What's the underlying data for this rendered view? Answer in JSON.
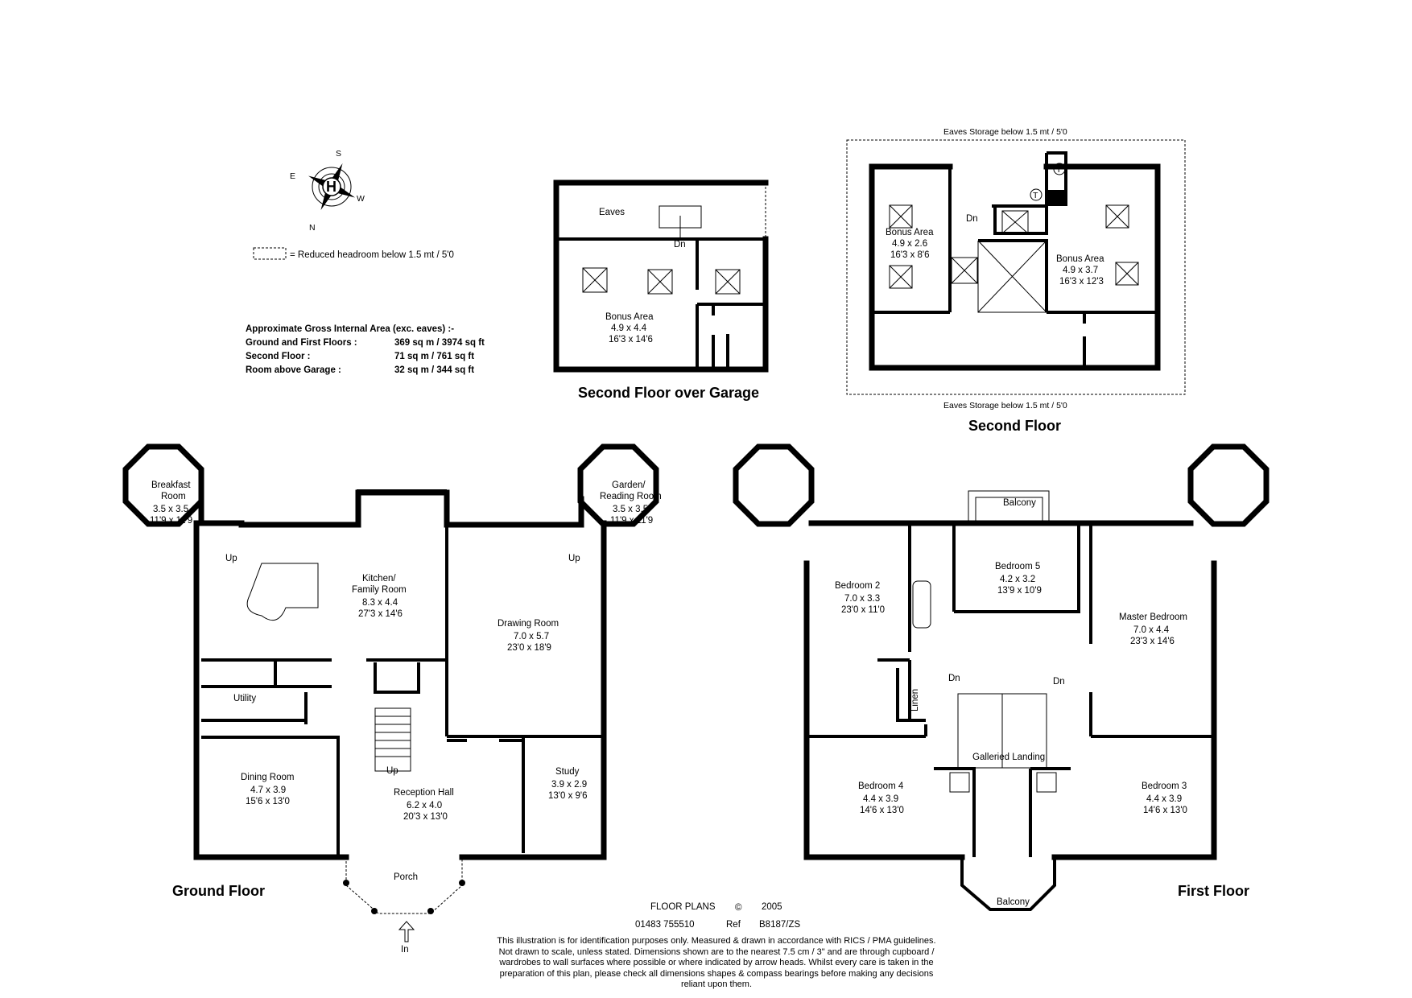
{
  "legend": {
    "text": "= Reduced headroom below 1.5 mt / 5'0"
  },
  "compass": {
    "letters": [
      "S",
      "E",
      "W",
      "N"
    ],
    "center": "H"
  },
  "areas": {
    "heading": "Approximate Gross Internal Area (exc. eaves) :-",
    "rows": [
      {
        "label": "Ground and First Floors :",
        "value": "369 sq m / 3974 sq ft"
      },
      {
        "label": "Second Floor :",
        "value": "71 sq m / 761 sq ft"
      },
      {
        "label": "Room above Garage :",
        "value": "32 sq m / 344 sq ft"
      }
    ]
  },
  "floors": {
    "ground": "Ground Floor",
    "first": "First Floor",
    "second": "Second Floor",
    "garage": "Second Floor over Garage"
  },
  "garage_plan": {
    "eaves": "Eaves",
    "dn": "Dn",
    "bonus": {
      "name": "Bonus Area",
      "m": "4.9 x 4.4",
      "ft": "16'3 x 14'6"
    }
  },
  "second_plan": {
    "eaves_top": "Eaves Storage below 1.5 mt / 5'0",
    "eaves_bottom": "Eaves Storage below 1.5 mt / 5'0",
    "dn": "Dn",
    "tank": "T",
    "bonus_left": {
      "name": "Bonus Area",
      "m": "4.9 x 2.6",
      "ft": "16'3 x 8'6"
    },
    "bonus_right": {
      "name": "Bonus Area",
      "m": "4.9 x 3.7",
      "ft": "16'3 x 12'3"
    }
  },
  "ground_plan": {
    "breakfast": {
      "name1": "Breakfast",
      "name2": "Room",
      "m": "3.5 x 3.5",
      "ft": "11'9 x 11'9"
    },
    "garden": {
      "name1": "Garden/",
      "name2": "Reading Room",
      "m": "3.5 x 3.5",
      "ft": "11'9 x 11'9"
    },
    "kitchen": {
      "name1": "Kitchen/",
      "name2": "Family Room",
      "m": "8.3 x 4.4",
      "ft": "27'3 x 14'6"
    },
    "drawing": {
      "name": "Drawing Room",
      "m": "7.0 x 5.7",
      "ft": "23'0 x 18'9"
    },
    "utility": "Utility",
    "dining": {
      "name": "Dining Room",
      "m": "4.7 x 3.9",
      "ft": "15'6 x 13'0"
    },
    "reception": {
      "name": "Reception Hall",
      "m": "6.2 x 4.0",
      "ft": "20'3 x 13'0"
    },
    "study": {
      "name": "Study",
      "m": "3.9 x 2.9",
      "ft": "13'0 x 9'6"
    },
    "porch": "Porch",
    "up": "Up",
    "in": "In"
  },
  "first_plan": {
    "balcony_top": "Balcony",
    "balcony_bottom": "Balcony",
    "bed2": {
      "name": "Bedroom 2",
      "m": "7.0 x 3.3",
      "ft": "23'0 x 11'0"
    },
    "bed5": {
      "name": "Bedroom 5",
      "m": "4.2 x 3.2",
      "ft": "13'9 x 10'9"
    },
    "master": {
      "name": "Master Bedroom",
      "m": "7.0 x 4.4",
      "ft": "23'3 x 14'6"
    },
    "bed4": {
      "name": "Bedroom 4",
      "m": "4.4 x 3.9",
      "ft": "14'6 x 13'0"
    },
    "bed3": {
      "name": "Bedroom 3",
      "m": "4.4 x 3.9",
      "ft": "14'6 x 13'0"
    },
    "landing": "Galleried Landing",
    "linen": "Linen",
    "dn": "Dn"
  },
  "footer": {
    "brand": "FLOOR PLANS",
    "copyright": "©",
    "year": "2005",
    "phone": "01483 755510",
    "ref_label": "Ref",
    "ref": "B8187/ZS",
    "disclaimer": [
      "This illustration is for identification purposes only. Measured & drawn in accordance with RICS / PMA guidelines.",
      "Not drawn to scale, unless stated. Dimensions shown are to the nearest 7.5 cm / 3\" and are through cupboard /",
      "wardrobes to wall surfaces where possible or where indicated by arrow heads. Whilst every care is taken in the",
      "preparation of this plan, please check all dimensions shapes & compass bearings before making any decisions",
      "reliant upon them."
    ]
  }
}
